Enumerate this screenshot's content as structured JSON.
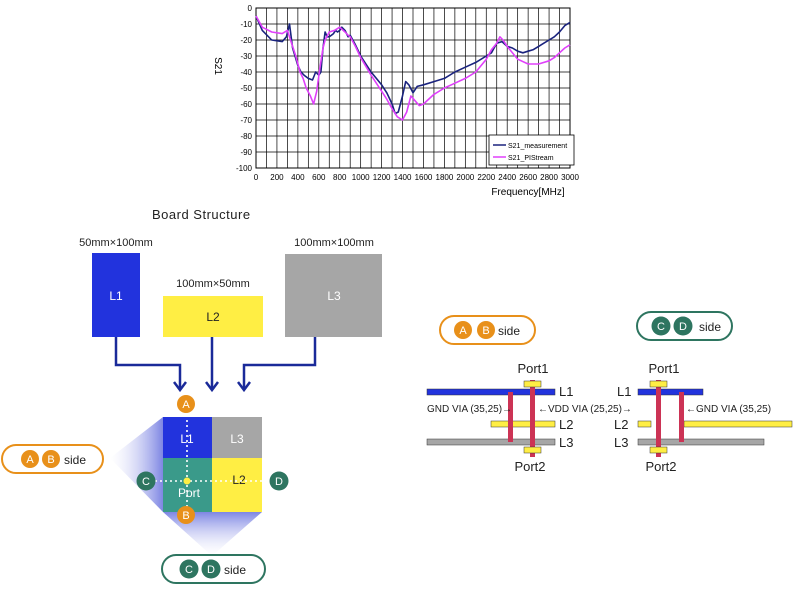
{
  "chart_data": {
    "type": "line",
    "ylabel": "S21",
    "xlabel": "Frequency[MHz]",
    "xlim": [
      0,
      3000
    ],
    "ylim": [
      -100,
      0
    ],
    "x_ticks": [
      0,
      100,
      200,
      300,
      400,
      500,
      600,
      700,
      800,
      900,
      1000,
      1100,
      1200,
      1300,
      1400,
      1500,
      1600,
      1700,
      1800,
      1900,
      2000,
      2100,
      2200,
      2300,
      2400,
      2500,
      2600,
      2700,
      2800,
      2900,
      3000
    ],
    "x_tick_labels": [
      "0",
      "",
      "200",
      "",
      "400",
      "",
      "600",
      "",
      "800",
      "",
      "1000",
      "",
      "1200",
      "",
      "1400",
      "",
      "1600",
      "",
      "1800",
      "",
      "2000",
      "",
      "2200",
      "",
      "2400",
      "",
      "2600",
      "",
      "2800",
      "",
      "3000"
    ],
    "y_ticks": [
      0,
      -10,
      -20,
      -30,
      -40,
      -50,
      -60,
      -70,
      -80,
      -90,
      -100
    ],
    "grid": true,
    "legend_position": "bottom-right",
    "series": [
      {
        "name": "S21_measurement",
        "color": "#1a237e",
        "x": [
          0,
          60,
          150,
          250,
          290,
          320,
          350,
          400,
          430,
          460,
          500,
          540,
          570,
          600,
          620,
          640,
          660,
          680,
          700,
          720,
          740,
          760,
          780,
          800,
          820,
          850,
          880,
          900,
          950,
          1000,
          1100,
          1200,
          1250,
          1300,
          1330,
          1360,
          1400,
          1430,
          1460,
          1500,
          1540,
          1600,
          1700,
          1800,
          1900,
          2000,
          2100,
          2200,
          2250,
          2300,
          2350,
          2400,
          2450,
          2500,
          2550,
          2600,
          2650,
          2700,
          2750,
          2800,
          2850,
          2900,
          2950,
          3000
        ],
        "y": [
          -5,
          -14,
          -20,
          -21,
          -18,
          -10,
          -25,
          -36,
          -40,
          -42,
          -44,
          -45,
          -40,
          -42,
          -40,
          -25,
          -15,
          -18,
          -18,
          -17,
          -16,
          -14,
          -15,
          -14,
          -12,
          -14,
          -18,
          -17,
          -23,
          -30,
          -40,
          -48,
          -53,
          -60,
          -66,
          -65,
          -55,
          -46,
          -48,
          -53,
          -49,
          -48,
          -46,
          -44,
          -40,
          -37,
          -34,
          -30,
          -28,
          -22,
          -21,
          -24,
          -25,
          -27,
          -28,
          -27,
          -26,
          -24,
          -22,
          -20,
          -18,
          -15,
          -11,
          -9
        ]
      },
      {
        "name": "S21_PIStream",
        "color": "#e040fb",
        "x": [
          0,
          60,
          150,
          250,
          300,
          330,
          380,
          420,
          450,
          480,
          520,
          550,
          580,
          610,
          640,
          660,
          700,
          750,
          800,
          850,
          880,
          900,
          950,
          1000,
          1100,
          1200,
          1250,
          1300,
          1350,
          1400,
          1440,
          1480,
          1520,
          1560,
          1600,
          1700,
          1800,
          1900,
          2000,
          2100,
          2200,
          2250,
          2300,
          2330,
          2360,
          2400,
          2450,
          2500,
          2600,
          2700,
          2800,
          2850,
          2900,
          2950,
          3000
        ],
        "y": [
          -5,
          -12,
          -15,
          -16,
          -14,
          -20,
          -30,
          -40,
          -44,
          -50,
          -55,
          -60,
          -52,
          -38,
          -25,
          -20,
          -15,
          -14,
          -12,
          -15,
          -17,
          -18,
          -24,
          -31,
          -42,
          -52,
          -57,
          -63,
          -68,
          -70,
          -65,
          -55,
          -58,
          -61,
          -60,
          -54,
          -50,
          -47,
          -44,
          -40,
          -32,
          -26,
          -22,
          -18,
          -20,
          -24,
          -28,
          -32,
          -35,
          -35,
          -33,
          -31,
          -28,
          -25,
          -23
        ]
      }
    ]
  },
  "board_structure": {
    "title": "Board  Structure",
    "l1": {
      "size": "50mm×100mm",
      "label": "L1",
      "color": "#2233dd"
    },
    "l2": {
      "size": "100mm×50mm",
      "label": "L2",
      "color": "#ffee44"
    },
    "l3": {
      "size": "100mm×100mm",
      "label": "L3",
      "color": "#a6a6a6"
    },
    "composite": {
      "l1": "L1",
      "l3": "L3",
      "l2": "L2",
      "port": "Port",
      "port_color": "#3a9a8a"
    },
    "markers": {
      "a": "A",
      "b": "B",
      "c": "C",
      "d": "D"
    },
    "ab_side": {
      "a": "A",
      "b": "B",
      "side": "side",
      "color": "#e8901a"
    },
    "cd_side": {
      "c": "C",
      "d": "D",
      "side": "side",
      "color": "#2e7560"
    }
  },
  "cross_sections": {
    "ab": {
      "pill_a": "A",
      "pill_b": "B",
      "pill_side": "side",
      "port1": "Port1",
      "port2": "Port2",
      "l1": "L1",
      "l2": "L2",
      "l3": "L3",
      "gnd_via": "GND VIA (35,25)→",
      "vdd_via": "←VDD VIA (25,25)→"
    },
    "cd": {
      "pill_c": "C",
      "pill_d": "D",
      "pill_side": "side",
      "port1": "Port1",
      "port2": "Port2",
      "l1": "L1",
      "l2": "L2",
      "l3": "L3",
      "gnd_via": "←GND VIA (35,25)"
    }
  }
}
